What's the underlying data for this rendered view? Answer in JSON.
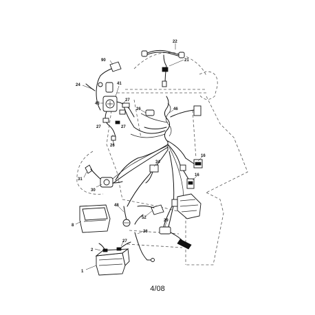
{
  "page_number": "4/08",
  "callouts": {
    "c1": "1",
    "c2": "2",
    "c8": "8",
    "c16a": "16",
    "c16b": "16",
    "c21": "21",
    "c22": "22",
    "c24": "24",
    "c26": "26",
    "c27": "27",
    "c29": "29",
    "c30": "30",
    "c31": "31",
    "c34": "34",
    "c41": "41",
    "c43": "43",
    "c46": "46",
    "c48": "48",
    "c52": "52",
    "c90": "90"
  }
}
